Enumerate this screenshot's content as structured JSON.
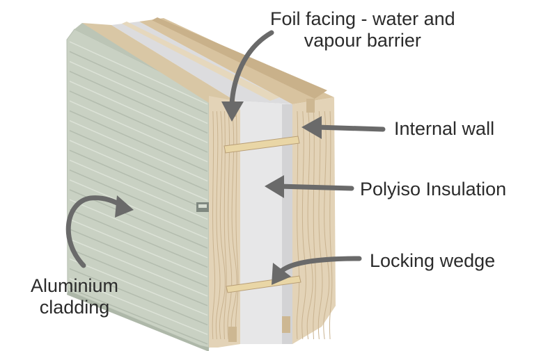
{
  "labels": {
    "foil_facing": {
      "line1": "Foil facing - water and",
      "line2": "vapour barrier"
    },
    "internal_wall": "Internal wall",
    "polyiso_insulation": "Polyiso Insulation",
    "locking_wedge": "Locking wedge",
    "aluminium_cladding": {
      "line1": "Aluminium",
      "line2": "cladding"
    }
  },
  "colors": {
    "timber": "#e3d3b7",
    "timber_dark": "#cdb792",
    "timber_grain": "#b89e76",
    "insulation": "#e7e7e8",
    "insulation_shade": "#d3d3d5",
    "cladding": "#c9d1c3",
    "cladding_dark": "#aeb8a9",
    "wedge": "#e9d6a6",
    "arrow": "#6a6a6a",
    "text": "#2b2b2b"
  }
}
